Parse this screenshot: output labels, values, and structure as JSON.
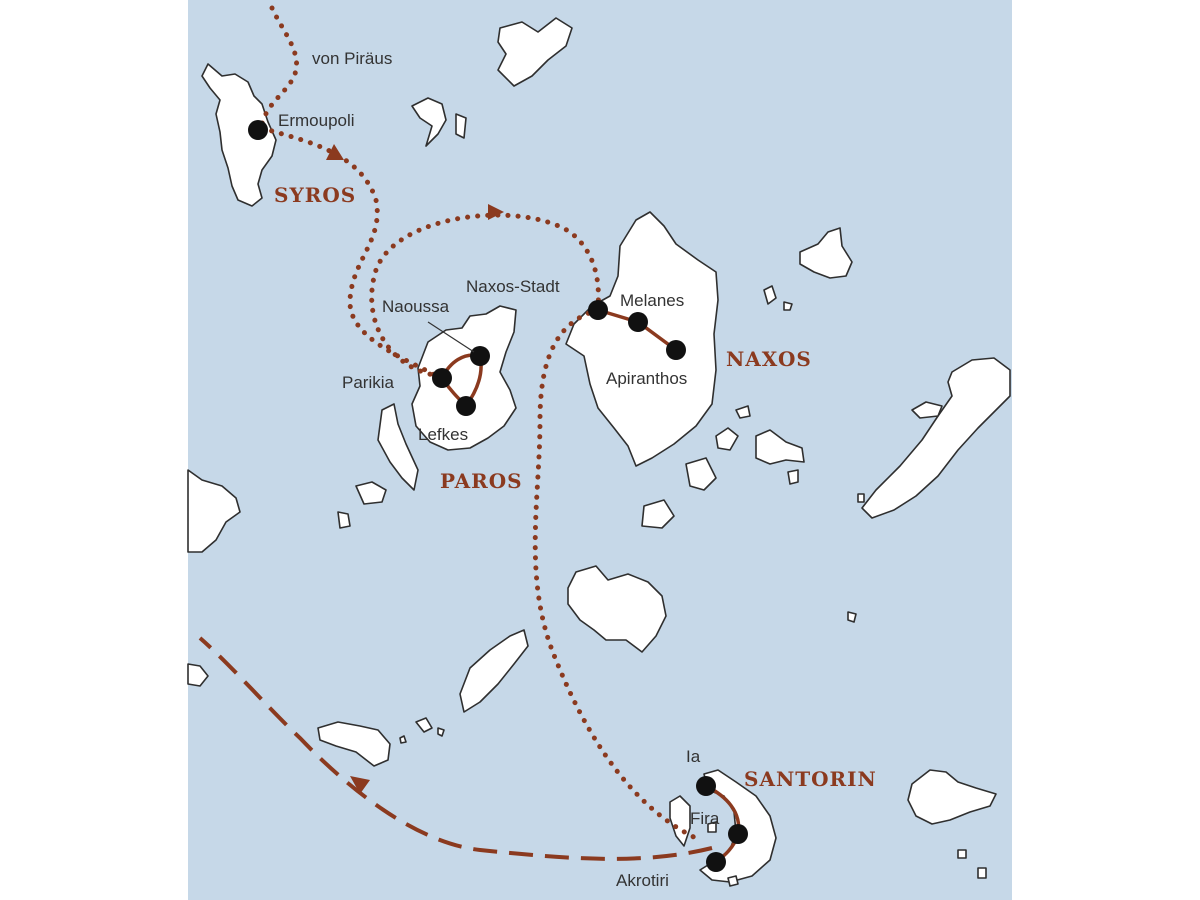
{
  "colors": {
    "sea": "#c6d8e8",
    "land": "#ffffff",
    "coast": "#2f2f2f",
    "route": "#8b3a1f",
    "stop": "#111111",
    "label": "#333333"
  },
  "islands": {
    "syros": "SYROS",
    "paros": "PAROS",
    "naxos": "NAXOS",
    "santorin": "SANTORIN"
  },
  "places": {
    "von_piraeus": "von Piräus",
    "ermoupoli": "Ermoupoli",
    "naoussa": "Naoussa",
    "parikia": "Parikia",
    "lefkes": "Lefkes",
    "naxos_stadt": "Naxos-Stadt",
    "melanes": "Melanes",
    "apiranthos": "Apiranthos",
    "ia": "Ia",
    "fira": "Fira",
    "akrotiri": "Akrotiri"
  },
  "icons": {
    "stop_marker": "circle",
    "direction_arrow": "triangle"
  }
}
